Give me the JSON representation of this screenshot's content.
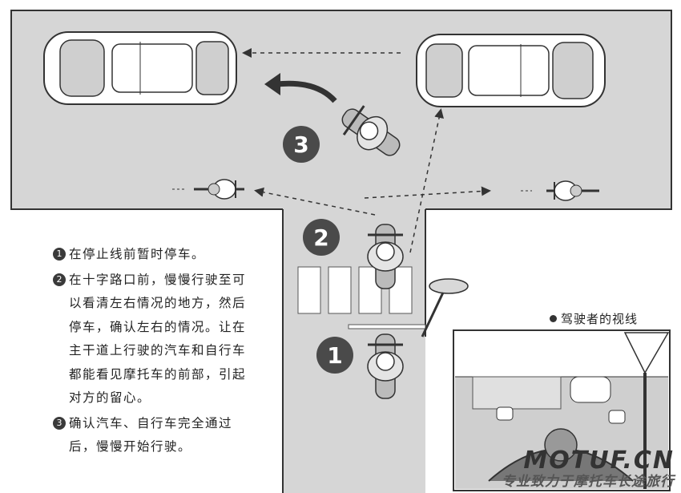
{
  "diagram": {
    "badges": [
      "3",
      "2",
      "1"
    ],
    "steps": [
      {
        "num": "1",
        "text": "在停止线前暂时停车。"
      },
      {
        "num": "2",
        "text": "在十字路口前，慢慢行驶至可以看清左右情况的地方，然后停车，确认左右的情况。让在主干道上行驶的汽车和自行车都能看见摩托车的前部，引起对方的留心。"
      },
      {
        "num": "3",
        "text": "确认汽车、自行车完全通过后，慢慢开始行驶。"
      }
    ],
    "pov_label": "驾驶者的视线"
  },
  "watermark": {
    "line1": "MOTUF.CN",
    "line2": "专业致力于摩托车长途旅行"
  }
}
